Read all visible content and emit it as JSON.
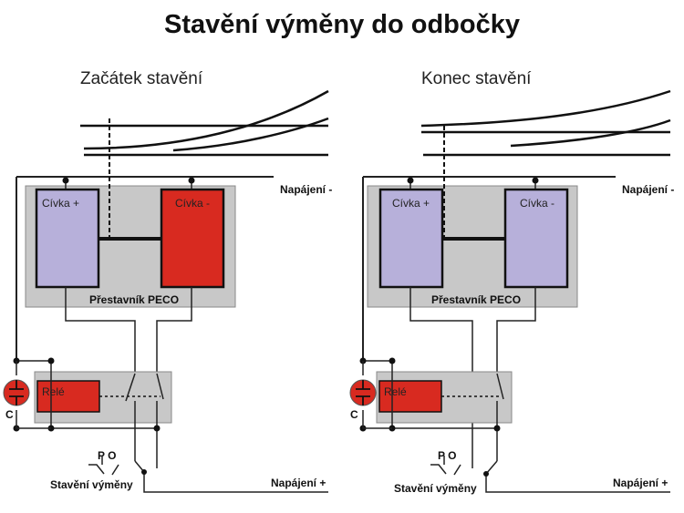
{
  "title": "Stavění výměny do odbočky",
  "colors": {
    "coil_active": "#d82a20",
    "coil_idle": "#b7b0da",
    "panel": "#c8c8c8",
    "relay": "#d82a20"
  },
  "panels": [
    {
      "heading": "Začátek stavění",
      "coil_plus": "Cívka +",
      "coil_minus": "Cívka -",
      "active_coil": "minus",
      "machine": "Přestavník PECO",
      "relay": "Relé",
      "capacitor": "C",
      "switch_positions": "P O",
      "button": "Stavění výměny",
      "supply_minus": "Napájení -",
      "supply_plus": "Napájení +"
    },
    {
      "heading": "Konec stavění",
      "coil_plus": "Cívka +",
      "coil_minus": "Cívka -",
      "active_coil": "none",
      "machine": "Přestavník PECO",
      "relay": "Relé",
      "capacitor": "C",
      "switch_positions": "P O",
      "button": "Stavění výměny",
      "supply_minus": "Napájení -",
      "supply_plus": "Napájení +"
    }
  ]
}
